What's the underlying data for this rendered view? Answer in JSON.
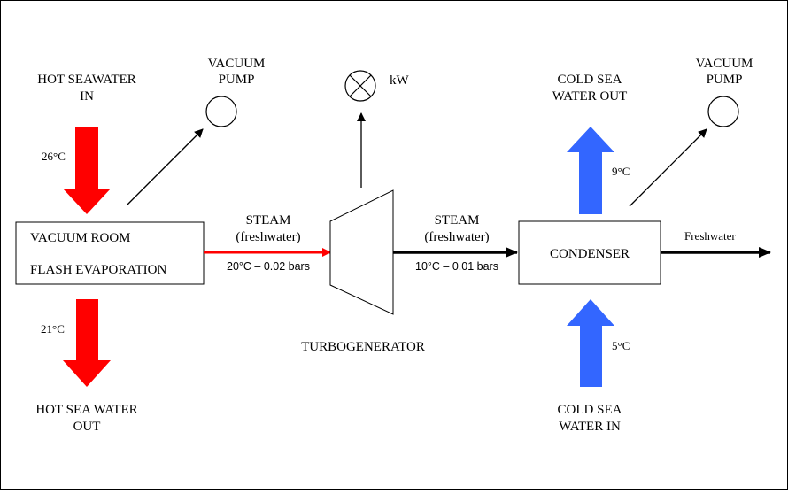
{
  "colors": {
    "hot_arrow": "#ff0000",
    "cold_arrow": "#3366ff",
    "line": "#000000",
    "background": "#ffffff"
  },
  "icons": {
    "generator": "circle-cross-icon",
    "pump": "circle-icon"
  },
  "labels": {
    "hot_in_line1": "HOT SEAWATER",
    "hot_in_line2": "IN",
    "hot_in_temp": "26°C",
    "vacuum_pump_left_line1": "VACUUM",
    "vacuum_pump_left_line2": "PUMP",
    "vacuum_room_line1": "VACUUM ROOM",
    "vacuum_room_line2": "FLASH  EVAPORATION",
    "hot_out_temp": "21°C",
    "hot_out_line1": "HOT SEA WATER",
    "hot_out_line2": "OUT",
    "steam_left_line1": "STEAM",
    "steam_left_line2": "(freshwater)",
    "steam_left_cond": "20°C – 0.02 bars",
    "kw": "kW",
    "turbogenerator": "TURBOGENERATOR",
    "steam_right_line1": "STEAM",
    "steam_right_line2": "(freshwater)",
    "steam_right_cond": "10°C – 0.01 bars",
    "cold_out_line1": "COLD SEA",
    "cold_out_line2": "WATER OUT",
    "cold_out_temp": "9°C",
    "vacuum_pump_right_line1": "VACUUM",
    "vacuum_pump_right_line2": "PUMP",
    "condenser": "CONDENSER",
    "freshwater": "Freshwater",
    "cold_in_temp": "5°C",
    "cold_in_line1": "COLD SEA",
    "cold_in_line2": "WATER IN"
  }
}
